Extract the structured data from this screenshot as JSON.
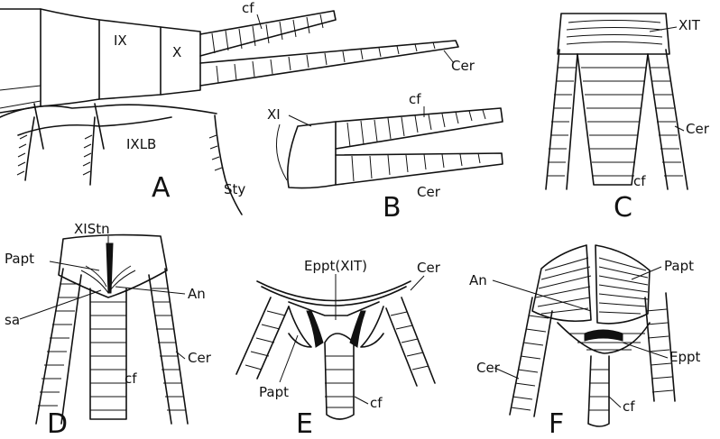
{
  "panels": {
    "A": {
      "letter": "A",
      "labels": {
        "seg_ix": "IX",
        "seg_x": "X",
        "cf": "cf",
        "cer": "Cer",
        "ixlb": "IXLB",
        "sty": "Sty"
      }
    },
    "B": {
      "letter": "B",
      "labels": {
        "xi": "XI",
        "cf": "cf",
        "cer": "Cer"
      }
    },
    "C": {
      "letter": "C",
      "labels": {
        "xit": "XIT",
        "cer": "Cer",
        "cf": "cf"
      }
    },
    "D": {
      "letter": "D",
      "labels": {
        "xistn": "XIStn",
        "papt": "Papt",
        "an": "An",
        "sa": "sa",
        "cer": "Cer",
        "cf": "cf"
      }
    },
    "E": {
      "letter": "E",
      "labels": {
        "eppt": "Eppt(XIT)",
        "cer": "Cer",
        "papt": "Papt",
        "cf": "cf"
      }
    },
    "F": {
      "letter": "F",
      "labels": {
        "an": "An",
        "papt": "Papt",
        "eppt": "Eppt",
        "cer": "Cer",
        "cf": "cf"
      }
    }
  }
}
